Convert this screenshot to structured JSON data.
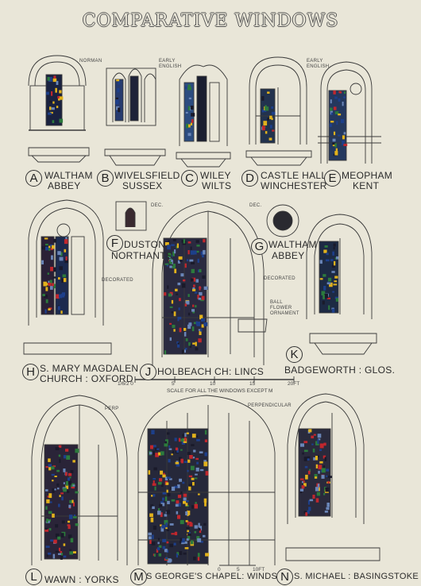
{
  "title": "COMPARATIVE WINDOWS",
  "windows": [
    {
      "letter": "A",
      "line1": "WALTHAM",
      "line2": "ABBEY",
      "note": "NORMAN"
    },
    {
      "letter": "B",
      "line1": "WIVELSFIELD",
      "line2": "SUSSEX",
      "note": "EARLY ENGLISH"
    },
    {
      "letter": "C",
      "line1": "WILEY",
      "line2": "WILTS"
    },
    {
      "letter": "D",
      "line1": "CASTLE HALL",
      "line2": "WINCHESTER",
      "note": "EARLY ENGLISH"
    },
    {
      "letter": "E",
      "line1": "MEOPHAM",
      "line2": "KENT"
    },
    {
      "letter": "F",
      "line1": "DUSTON",
      "line2": "NORTHANTS",
      "note": "DEC."
    },
    {
      "letter": "G",
      "line1": "WALTHAM",
      "line2": "ABBEY",
      "note": "DEC."
    },
    {
      "letter": "H",
      "line1": "S. MARY MAGDALEN",
      "line2": "CHURCH : OXFORD",
      "note": "DECORATED"
    },
    {
      "letter": "J",
      "line1": "HOLBEACH  CH: LINCS",
      "note": "DECORATED"
    },
    {
      "letter": "K",
      "line1": "BADGEWORTH : GLOS.",
      "note": "BALL FLOWER ORNAMENT"
    },
    {
      "letter": "L",
      "line1": "WAWN : YORKS",
      "note": "PERP"
    },
    {
      "letter": "M",
      "line1": "S GEORGE'S CHAPEL: WINDSOR",
      "note": "PERPENDICULAR"
    },
    {
      "letter": "N",
      "line1": "S. MICHAEL : BASINGSTOKE"
    }
  ],
  "scale": {
    "text": "SCALE FOR ALL THE",
    "text2": "WINDOWS EXCEPT",
    "except": "M",
    "ticks": [
      "1/6/2 0",
      "5",
      "10",
      "15",
      "20FT"
    ],
    "m_ticks": [
      "0",
      "5",
      "10FT"
    ]
  },
  "glass_colors": [
    "#1d3f8a",
    "#c0272d",
    "#e2b21c",
    "#2c7a3c",
    "#1a1a2a",
    "#6a86b8"
  ]
}
